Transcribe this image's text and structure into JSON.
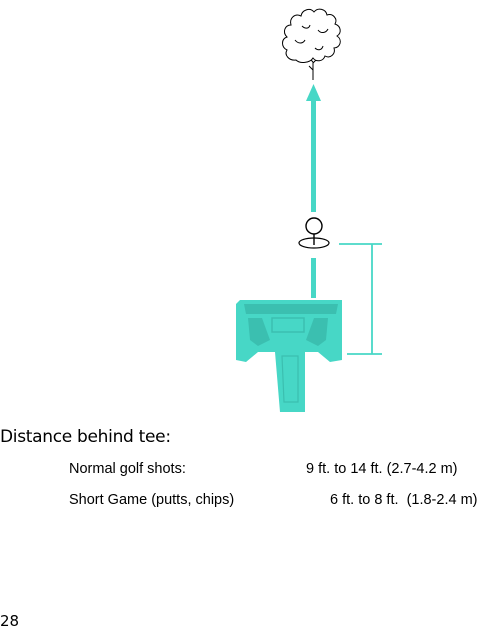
{
  "colors": {
    "accent": "#47d7c6",
    "text": "#000000",
    "background": "#ffffff"
  },
  "figure": {
    "icons": [
      "tree-icon",
      "arrow-up-icon",
      "golf-ball-icon",
      "tee-marker-icon",
      "golf-cart-icon",
      "distance-bracket-icon"
    ]
  },
  "heading": "Distance behind tee:",
  "rows": [
    {
      "label": "Normal golf shots:",
      "value": "9 ft. to 14 ft. (2.7-4.2 m)"
    },
    {
      "label": "Short Game (putts, chips)",
      "value": "6 ft. to 8 ft.  (1.8-2.4 m)"
    }
  ],
  "page_number": "28"
}
